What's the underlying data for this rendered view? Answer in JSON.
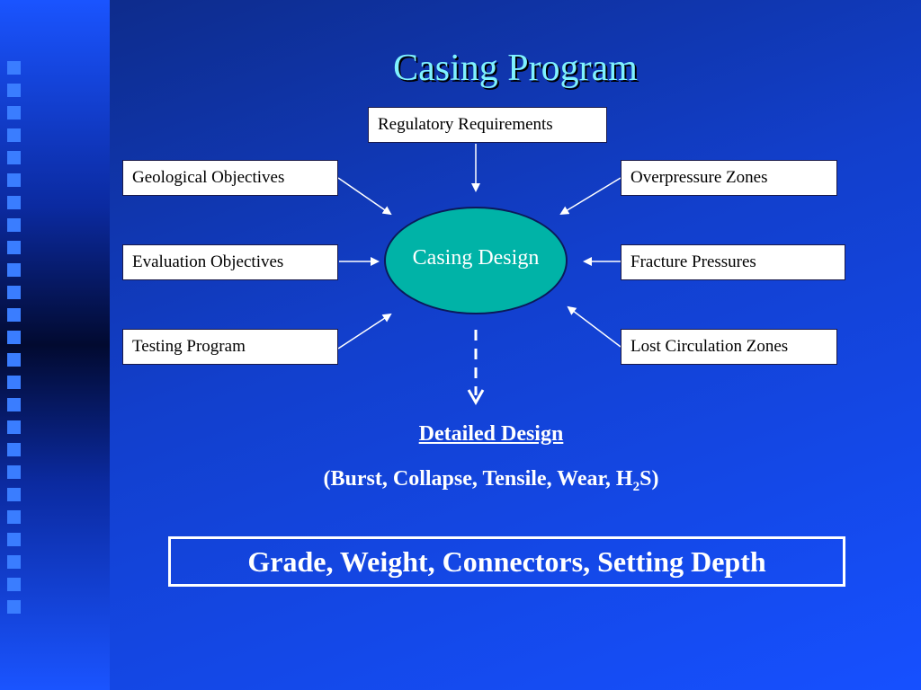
{
  "title": "Casing Program",
  "center": "Casing Design",
  "inputs": {
    "regulatory": "Regulatory Requirements",
    "geological": "Geological Objectives",
    "evaluation": "Evaluation Objectives",
    "testing": "Testing Program",
    "overpressure": "Overpressure Zones",
    "fracture": "Fracture Pressures",
    "lost_circulation": "Lost Circulation Zones"
  },
  "detail": {
    "title": "Detailed Design",
    "sub_prefix": "(Burst, Collapse, Tensile, Wear, H",
    "sub_subscript": "2",
    "sub_suffix": "S)"
  },
  "output": "Grade, Weight, Connectors, Setting Depth",
  "colors": {
    "title": "#7ff2ff",
    "ellipse": "#00b3a7",
    "accent_square": "#3a7dff"
  }
}
